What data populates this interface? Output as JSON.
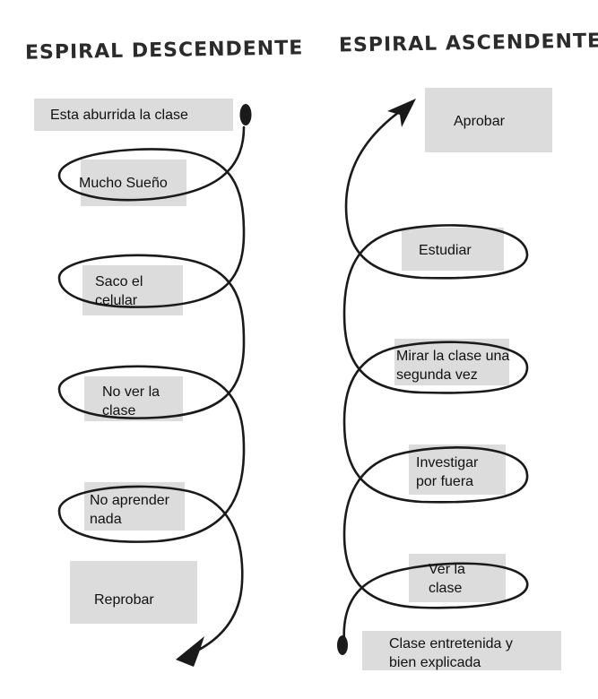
{
  "descending": {
    "title": "ESPIRAL DESCENDENTE",
    "steps": [
      {
        "line1": "Esta aburrida la clase",
        "line2": ""
      },
      {
        "line1": "Mucho Sueño",
        "line2": ""
      },
      {
        "line1": "Saco el",
        "line2": "celular"
      },
      {
        "line1": "No ver la",
        "line2": "clase"
      },
      {
        "line1": "No aprender",
        "line2": "nada"
      },
      {
        "line1": "Reprobar",
        "line2": ""
      }
    ]
  },
  "ascending": {
    "title": "ESPIRAL ASCENDENTE",
    "steps": [
      {
        "line1": "Aprobar",
        "line2": ""
      },
      {
        "line1": "Estudiar",
        "line2": ""
      },
      {
        "line1": "Mirar la clase una",
        "line2": "segunda vez"
      },
      {
        "line1": "Investigar",
        "line2": "por fuera"
      },
      {
        "line1": "Ver la",
        "line2": "clase"
      },
      {
        "line1": "Clase entretenida y",
        "line2": "bien explicada"
      }
    ]
  },
  "colors": {
    "box": "#dcdcdc",
    "stroke": "#1a1a1a",
    "title": "#2b2b2b"
  }
}
